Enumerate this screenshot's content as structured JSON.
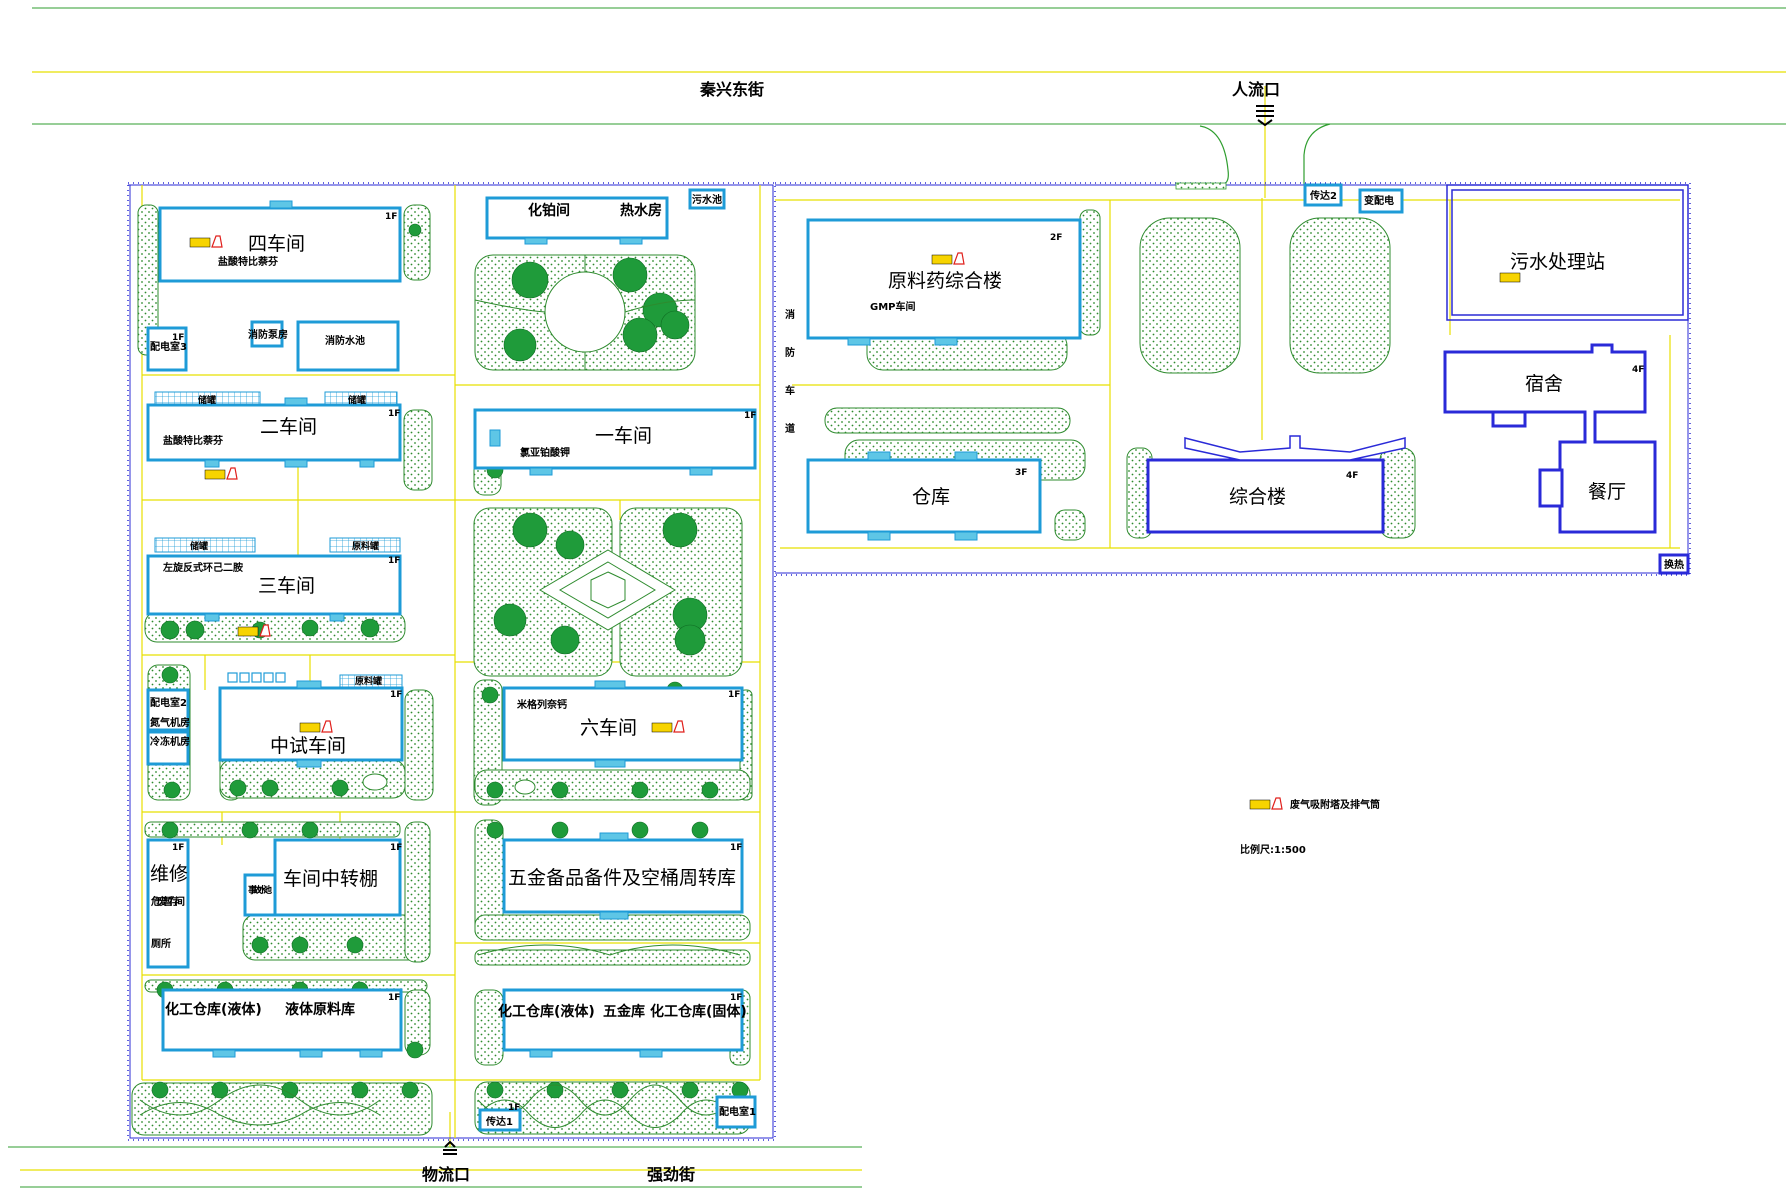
{
  "streets": {
    "north": "秦兴东街",
    "south": "强劲街",
    "people_entrance": "人流口",
    "goods_entrance": "物流口"
  },
  "fire_lane": [
    "消",
    "防",
    "车",
    "道"
  ],
  "buildings": {
    "w4": {
      "name": "四车间",
      "floors": "1F",
      "product": "盐酸特比萘芬"
    },
    "pump": {
      "name": "消防泵房"
    },
    "fire_pool": {
      "name": "消防水池"
    },
    "pd3": {
      "name": "配电室3",
      "floors": "1F"
    },
    "w2": {
      "name": "二车间",
      "floors": "1F",
      "product": "盐酸特比萘芬"
    },
    "w3": {
      "name": "三车间",
      "floors": "1F",
      "product": "左旋反式环己二胺"
    },
    "pd2": {
      "name": "配电室2"
    },
    "n2": {
      "name": "氮气机房"
    },
    "cold": {
      "name": "冷冻机房"
    },
    "pilot": {
      "name": "中试车间",
      "floors": "1F"
    },
    "repair": {
      "name": "维修",
      "floors": "1F"
    },
    "hazwaste": {
      "name": "危废暂存间"
    },
    "toilet": {
      "name": "厕所"
    },
    "accident_pool": {
      "name": "事故水池"
    },
    "transfer": {
      "name": "车间中转棚",
      "floors": "1F"
    },
    "chem_w1": {
      "name": "化工仓库(液体)",
      "floors": "1F"
    },
    "liquid_raw": {
      "name": "液体原料库"
    },
    "pt": {
      "name": "化铂间"
    },
    "hot_water": {
      "name": "热水房"
    },
    "sewage_pool": {
      "name": "污水池"
    },
    "w1": {
      "name": "一车间",
      "floors": "1F",
      "product": "氯亚铂酸钾"
    },
    "w6": {
      "name": "六车间",
      "floors": "1F",
      "product": "米格列奈钙"
    },
    "hardware": {
      "name": "五金备品备件及空桶周转库",
      "floors": "1F"
    },
    "chem_w2": {
      "name": "化工仓库(液体)",
      "floors": "1F"
    },
    "hw_store": {
      "name": "五金库"
    },
    "chem_solid": {
      "name": "化工仓库(固体)"
    },
    "guard1": {
      "name": "传达1",
      "floors": "1F"
    },
    "pd1": {
      "name": "配电室1"
    },
    "api": {
      "name": "原料药综合楼",
      "floors": "2F",
      "sub": "GMP车间"
    },
    "warehouse": {
      "name": "仓库",
      "floors": "3F"
    },
    "office": {
      "name": "综合楼",
      "floors": "4F"
    },
    "guard2": {
      "name": "传达2"
    },
    "substation": {
      "name": "变配电"
    },
    "sewage_station": {
      "name": "污水处理站"
    },
    "dorm": {
      "name": "宿舍",
      "floors": "4F"
    },
    "canteen": {
      "name": "餐厅"
    },
    "heat_ex": {
      "name": "换热"
    }
  },
  "small_labels": {
    "tank": "储罐",
    "raw_tank": "原料罐"
  },
  "legend": {
    "item": "废气吸附塔及排气筒",
    "scale": "比例尺:1:500"
  },
  "colors": {
    "building": "#1e9bd7",
    "building_dark": "#2a2ad8",
    "fence": "#2b2bd6",
    "road_line": "#e8e000",
    "street_line": "#2f9e2f",
    "green": "#2e8b2e",
    "tank_fill": "#5ec6e6",
    "stack": "#e0201c",
    "stack_tag": "#f7d400"
  }
}
